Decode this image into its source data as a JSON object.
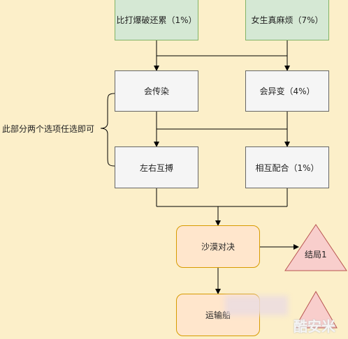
{
  "nodes": {
    "top_left": "比打爆破还累（1%）",
    "top_right": "女生真麻烦（7%）",
    "contagion": "会传染",
    "mutation": "会异变（4%）",
    "fight": "左右互搏",
    "cooperate": "相互配合（1%）",
    "desert_duel": "沙漠对决",
    "ending1": "结局1",
    "transport_ship": "运输船"
  },
  "brace_note": "此部分两个选项任选即可",
  "watermark": "酷安米",
  "colors": {
    "background": "#fcefc9",
    "green_fill": "#d5e8d4",
    "gray_fill": "#f5f5f5",
    "peach_fill": "#ffe6cc",
    "ending_fill": "#f8cecc",
    "ending_stroke": "#b85450",
    "line": "#000000"
  }
}
